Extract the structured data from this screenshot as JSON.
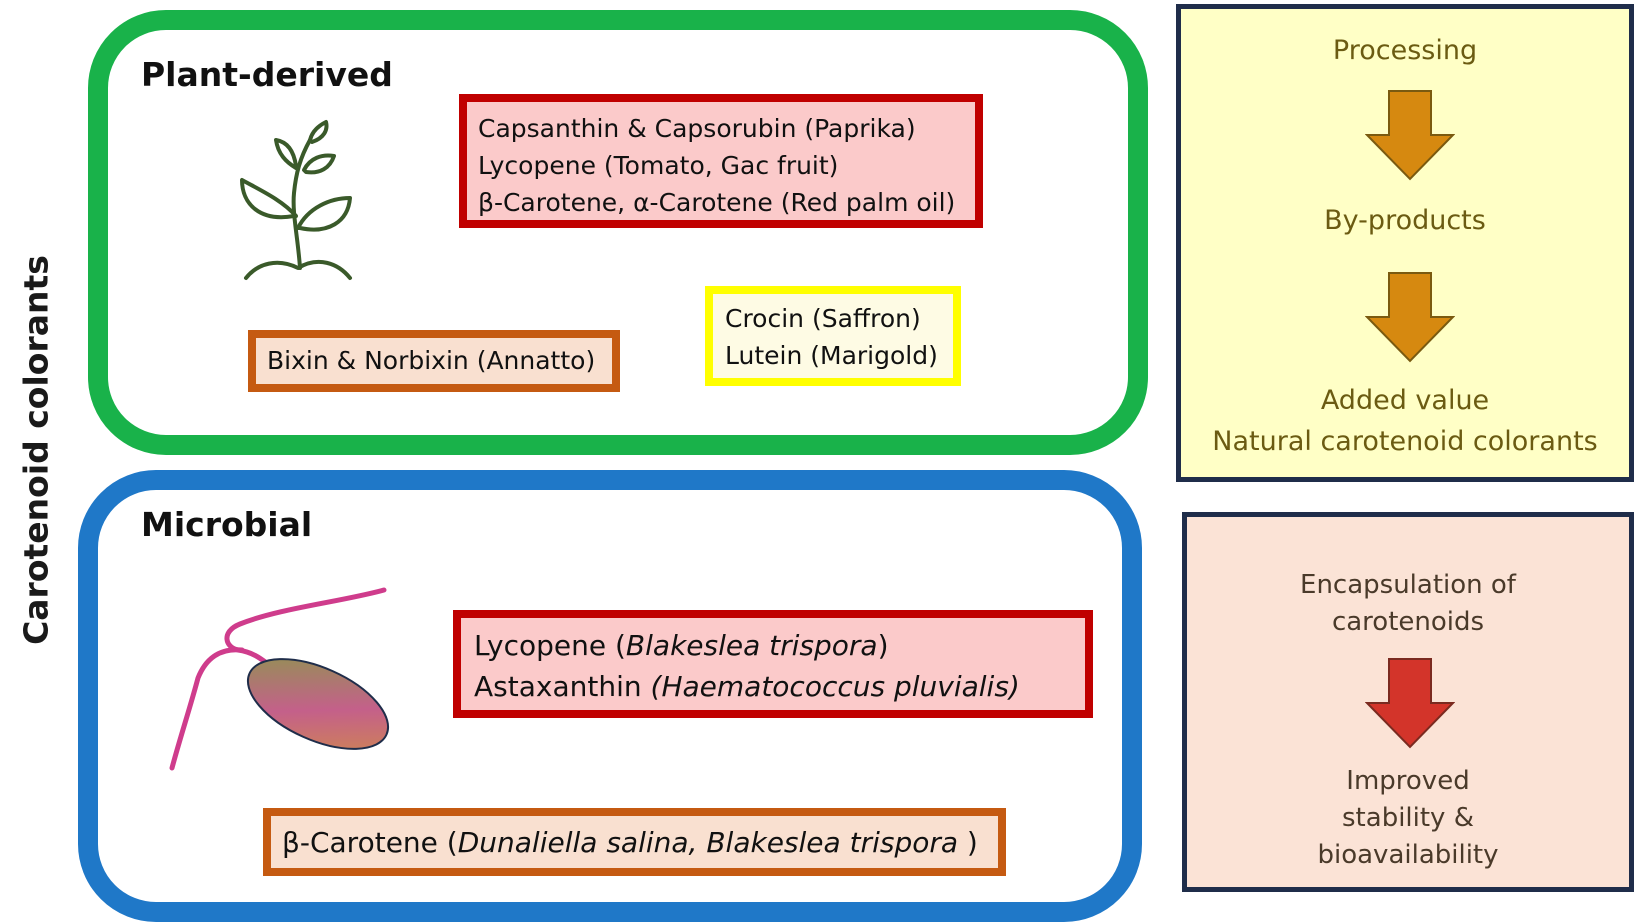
{
  "vertical_label": "Carotenoid colorants",
  "plant": {
    "title": "Plant-derived",
    "red_box": [
      "Capsanthin & Capsorubin (Paprika)",
      "Lycopene (Tomato, Gac fruit)",
      "β-Carotene, α-Carotene (Red palm oil)"
    ],
    "orange_box": "Bixin & Norbixin (Annatto)",
    "yellow_box": [
      "Crocin (Saffron)",
      "Lutein (Marigold)"
    ],
    "icon": "plant-icon",
    "colors": {
      "border": "#19b24a"
    }
  },
  "microbial": {
    "title": "Microbial",
    "red_box": [
      {
        "pigment": "Lycopene (",
        "source": "Blakeslea trispora",
        "close": ")"
      },
      {
        "pigment": "Astaxanthin ",
        "source": "(Haematococcus pluvialis)",
        "close": ""
      }
    ],
    "orange_box": {
      "pigment": "β-Carotene (",
      "source": "Dunaliella salina, Blakeslea trispora",
      "close": " )"
    },
    "icon": "microbe-cell-icon",
    "colors": {
      "border": "#1f78c8"
    }
  },
  "processing_panel": {
    "step1": "Processing",
    "step2": "By-products",
    "step3_line1": "Added value",
    "step3_line2": "Natural carotenoid colorants",
    "arrow_color": "#d68910",
    "background": "#ffffc6"
  },
  "encapsulation_panel": {
    "line1": "Encapsulation of",
    "line2": "carotenoids",
    "result_line1": "Improved",
    "result_line2": "stability &",
    "result_line3": "bioavailability",
    "arrow_color": "#d3342a",
    "background": "#fbe3d6"
  }
}
